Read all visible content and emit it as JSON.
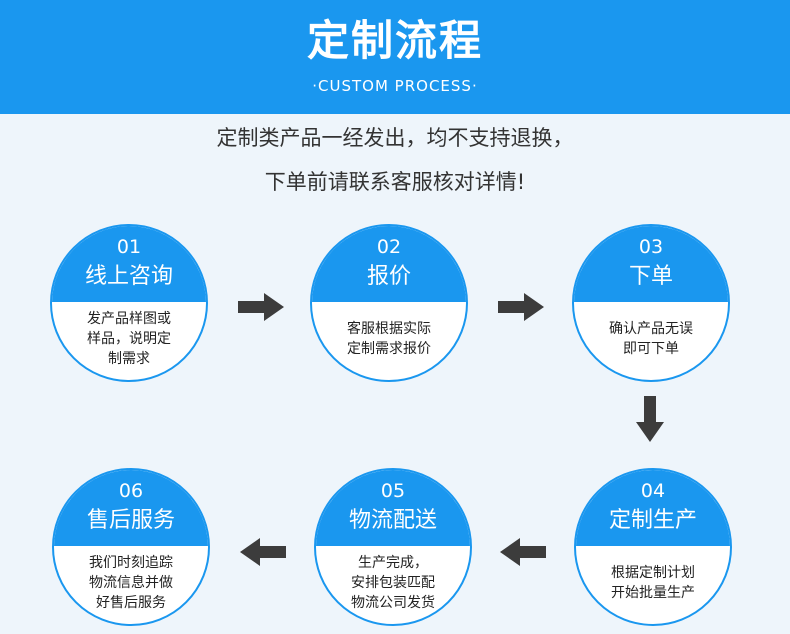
{
  "header": {
    "title": "定制流程",
    "subtitle": "·CUSTOM PROCESS·"
  },
  "notice": {
    "line1": "定制类产品一经发出，均不支持退换，",
    "line2": "下单前请联系客服核对详情!"
  },
  "steps": [
    {
      "num": "01",
      "title": "线上咨询",
      "lines": [
        "发产品样图或",
        "样品，说明定",
        "制需求"
      ]
    },
    {
      "num": "02",
      "title": "报价",
      "lines": [
        "客服根据实际",
        "定制需求报价"
      ]
    },
    {
      "num": "03",
      "title": "下单",
      "lines": [
        "确认产品无误",
        "即可下单"
      ]
    },
    {
      "num": "04",
      "title": "定制生产",
      "lines": [
        "根据定制计划",
        "开始批量生产"
      ]
    },
    {
      "num": "05",
      "title": "物流配送",
      "lines": [
        "生产完成，",
        "安排包装匹配",
        "物流公司发货"
      ]
    },
    {
      "num": "06",
      "title": "售后服务",
      "lines": [
        "我们时刻追踪",
        "物流信息并做",
        "好售后服务"
      ]
    }
  ],
  "colors": {
    "accent": "#1a97ef",
    "background": "#eef5fb",
    "arrow": "#3c3c3c"
  },
  "icons": {
    "right": "arrow-right-icon",
    "down": "arrow-down-icon",
    "left": "arrow-left-icon"
  }
}
